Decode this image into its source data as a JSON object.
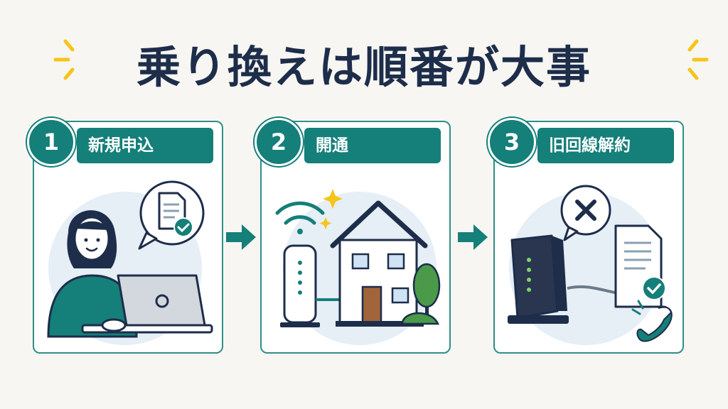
{
  "title": "乗り換えは順番が大事",
  "steps": [
    {
      "number": "1",
      "label": "新規申込"
    },
    {
      "number": "2",
      "label": "開通"
    },
    {
      "number": "3",
      "label": "旧回線解約"
    }
  ],
  "colors": {
    "teal": "#157f79",
    "navy": "#1d2d4a",
    "accent_yellow": "#f5c518",
    "background": "#f7f6f2"
  }
}
